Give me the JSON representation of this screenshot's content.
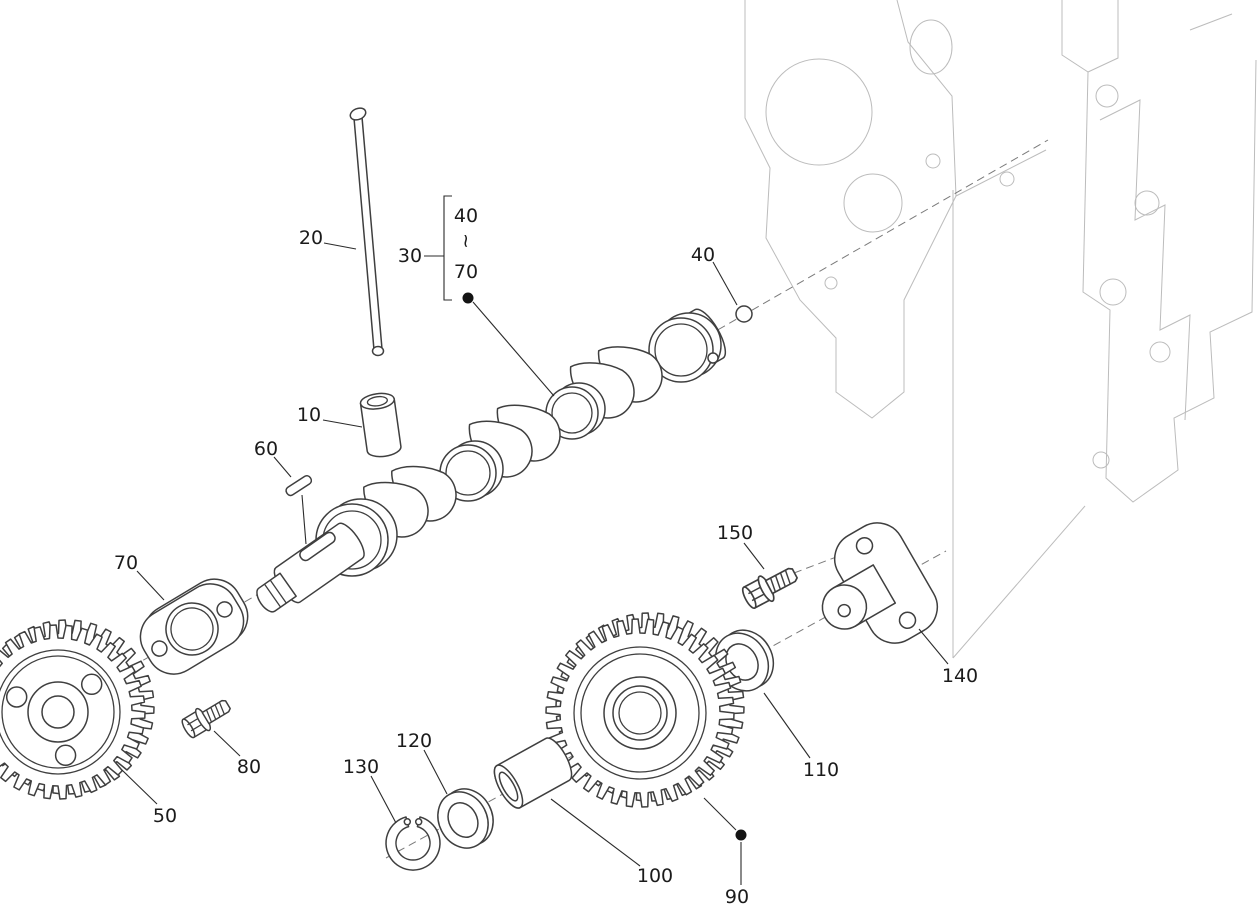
{
  "colors": {
    "background": "#ffffff",
    "part_line": "#3f3f3f",
    "ghost_line": "#bcbcbc",
    "label_text": "#1b1b1b",
    "centerline": "#7a7a7a"
  },
  "callouts": {
    "c10": "10",
    "c20": "20",
    "c30": "30",
    "c40a": "40",
    "c40b": "40",
    "c50": "50",
    "c60": "60",
    "c70a": "70",
    "c70b": "70",
    "c80": "80",
    "c90": "90",
    "c100": "100",
    "c110": "110",
    "c120": "120",
    "c130": "130",
    "c140": "140",
    "c150": "150",
    "range_separator": "~"
  }
}
